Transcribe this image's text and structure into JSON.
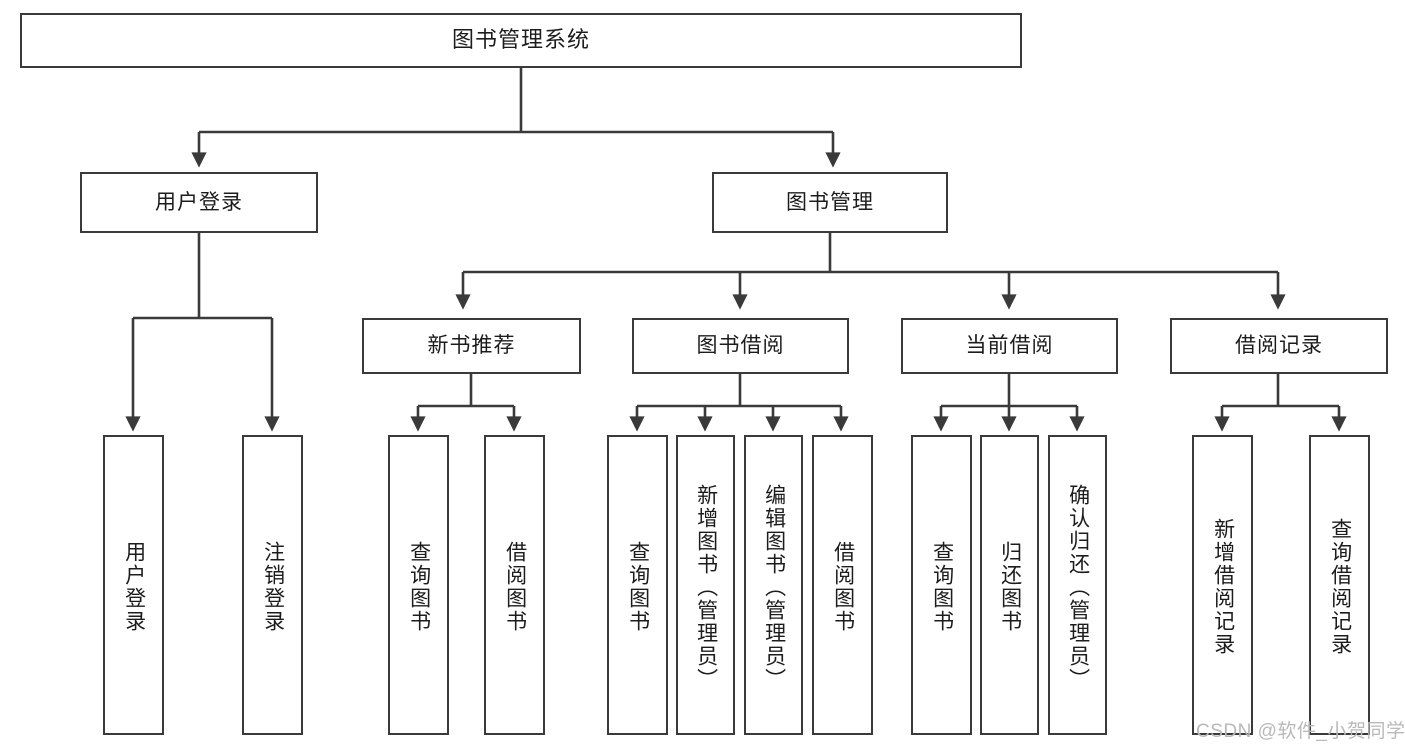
{
  "diagram": {
    "title": "图书管理系统",
    "type": "hierarchy-tree",
    "stroke_color": "#3a3a3a",
    "fill_color": "#ffffff",
    "text_color": "#1c1c1c",
    "nodes": {
      "root": {
        "label": "图书管理系统"
      },
      "level2": [
        {
          "id": "user-login",
          "label": "用户登录"
        },
        {
          "id": "book-management",
          "label": "图书管理"
        }
      ],
      "level3": [
        {
          "id": "new-book-recommend",
          "label": "新书推荐"
        },
        {
          "id": "book-borrow",
          "label": "图书借阅"
        },
        {
          "id": "current-borrow",
          "label": "当前借阅"
        },
        {
          "id": "borrow-record",
          "label": "借阅记录"
        }
      ],
      "leaves": [
        {
          "id": "leaf-user-login",
          "parent": "user-login",
          "label": "用户登录"
        },
        {
          "id": "leaf-logout",
          "parent": "user-login",
          "label": "注销登录"
        },
        {
          "id": "leaf-query-book-1",
          "parent": "new-book-recommend",
          "label": "查询图书"
        },
        {
          "id": "leaf-borrow-book-1",
          "parent": "new-book-recommend",
          "label": "借阅图书"
        },
        {
          "id": "leaf-query-book-2",
          "parent": "book-borrow",
          "label": "查询图书"
        },
        {
          "id": "leaf-add-book",
          "parent": "book-borrow",
          "label": "新增图书（管理员）"
        },
        {
          "id": "leaf-edit-book",
          "parent": "book-borrow",
          "label": "编辑图书（管理员）"
        },
        {
          "id": "leaf-borrow-book-2",
          "parent": "book-borrow",
          "label": "借阅图书"
        },
        {
          "id": "leaf-query-book-3",
          "parent": "current-borrow",
          "label": "查询图书"
        },
        {
          "id": "leaf-return-book",
          "parent": "current-borrow",
          "label": "归还图书"
        },
        {
          "id": "leaf-confirm-return",
          "parent": "current-borrow",
          "label": "确认归还（管理员）"
        },
        {
          "id": "leaf-add-record",
          "parent": "borrow-record",
          "label": "新增借阅记录"
        },
        {
          "id": "leaf-query-record",
          "parent": "borrow-record",
          "label": "查询借阅记录"
        }
      ]
    },
    "watermark": "CSDN @软件_小贺同学"
  }
}
